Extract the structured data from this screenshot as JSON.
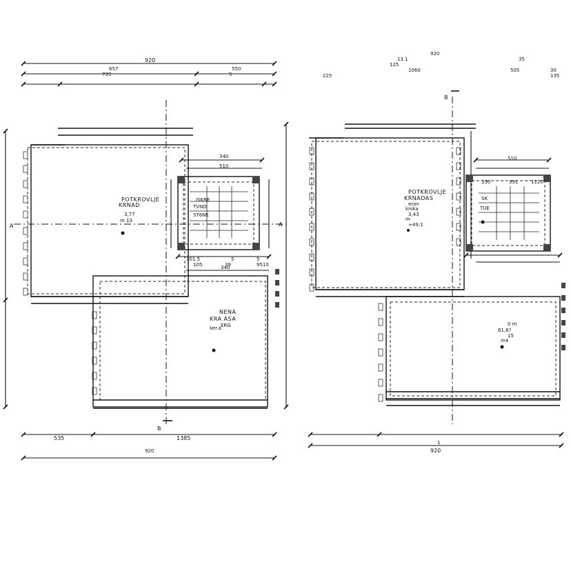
{
  "left_plan": {
    "top_dims": {
      "overall": "920",
      "row2_left": "657",
      "row2_right": "550",
      "row3_left": "735",
      "row3_right": "5"
    },
    "rooms": [
      {
        "name": "POTKROVLJE",
        "line2": "KRNAD",
        "line3": "3,77",
        "line4": "m 13"
      },
      {
        "name": "NENA",
        "line2": "KRA ASA",
        "line3": "ERG",
        "line4": "ker.a"
      }
    ],
    "stair_dims": {
      "top": "340",
      "top2": "510",
      "bottom_row": [
        "101.5",
        "5",
        "5"
      ],
      "bottom_row2": [
        "105",
        "39",
        "9510"
      ],
      "bottom3": "340"
    },
    "stair_labels": [
      "ISKRE",
      "TVNO",
      "ST6NE"
    ],
    "side_labels": {
      "left_a": "A",
      "right_a": "A",
      "bottom_b": "B"
    },
    "bottom_dims": {
      "left": "535",
      "right": "1385",
      "overall": "920"
    }
  },
  "right_plan": {
    "top_dims": {
      "overall": "920",
      "small1": "135",
      "small2": "1060",
      "small3": "505",
      "small4": "30",
      "small5": "225",
      "small6": "35",
      "small7": "13.1",
      "small8": "125"
    },
    "section_label": "B",
    "rooms": [
      {
        "name": "POTKROVLJE",
        "line2": "KRNADAS",
        "line3": "eran",
        "line4": "knika",
        "line5": "3,43",
        "line6": "m",
        "line7": "+49,1"
      },
      {
        "name": "",
        "line2": "0 m",
        "line3": "61,6?",
        "line4": "15",
        "line5": "m4"
      }
    ],
    "stair_dims": {
      "top": "510",
      "row": [
        "150",
        "391",
        "1120"
      ]
    },
    "stair_labels": [
      "SK",
      "TUE"
    ],
    "bottom_dims": {
      "overall": "920",
      "mark": "1"
    }
  }
}
